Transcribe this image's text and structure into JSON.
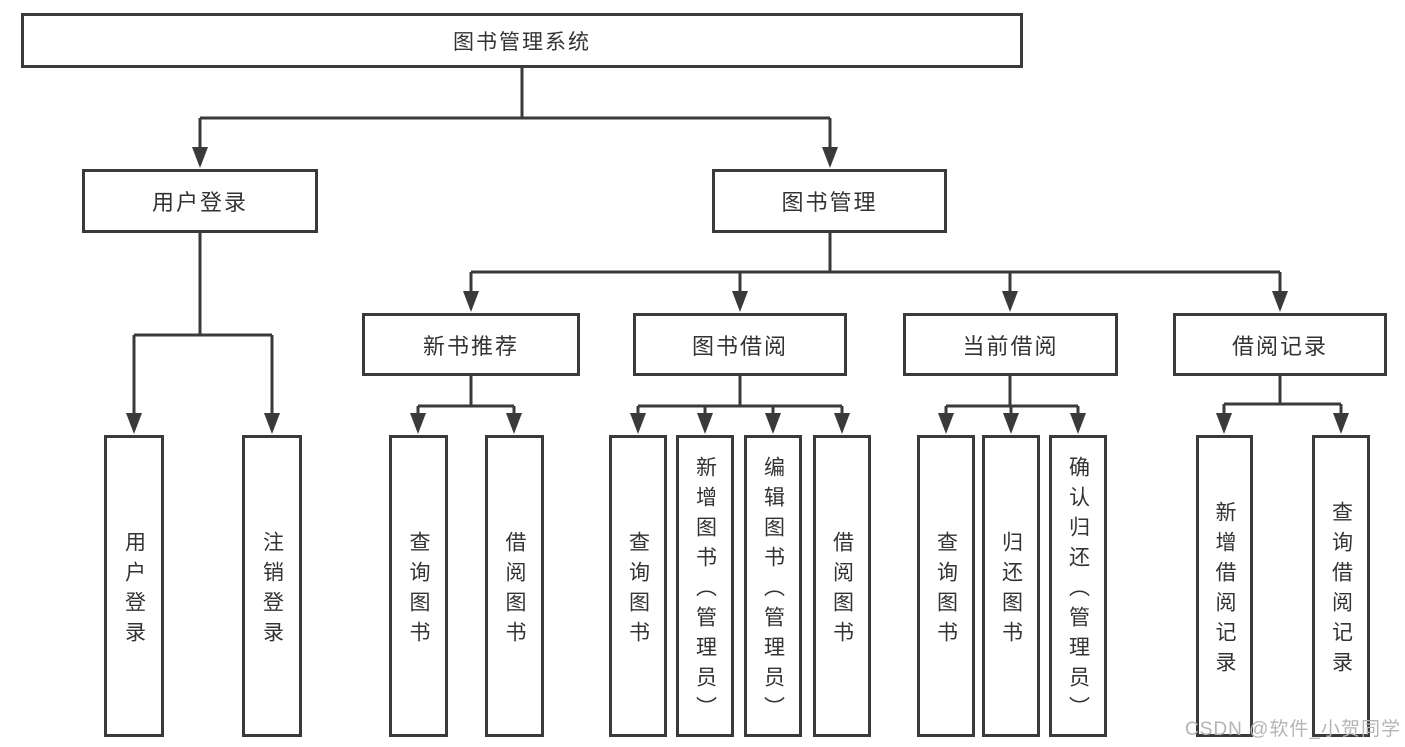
{
  "watermark": "CSDN @软件_小贺同学",
  "colors": {
    "line": "#3a3a3a",
    "text": "#333333",
    "watermark": "#b5b5b5",
    "background": "#ffffff"
  },
  "tree": {
    "label": "图书管理系统",
    "children": [
      {
        "label": "用户登录",
        "children": [
          {
            "label": "用户登录"
          },
          {
            "label": "注销登录"
          }
        ]
      },
      {
        "label": "图书管理",
        "children": [
          {
            "label": "新书推荐",
            "children": [
              {
                "label": "查询图书"
              },
              {
                "label": "借阅图书"
              }
            ]
          },
          {
            "label": "图书借阅",
            "children": [
              {
                "label": "查询图书"
              },
              {
                "label": "新增图书（管理员）"
              },
              {
                "label": "编辑图书（管理员）"
              },
              {
                "label": "借阅图书"
              }
            ]
          },
          {
            "label": "当前借阅",
            "children": [
              {
                "label": "查询图书"
              },
              {
                "label": "归还图书"
              },
              {
                "label": "确认归还（管理员）"
              }
            ]
          },
          {
            "label": "借阅记录",
            "children": [
              {
                "label": "新增借阅记录"
              },
              {
                "label": "查询借阅记录"
              }
            ]
          }
        ]
      }
    ]
  }
}
